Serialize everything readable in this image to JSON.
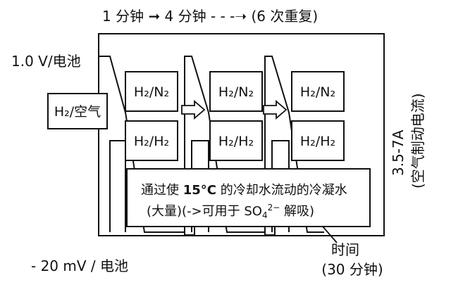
{
  "top_label": "1 分钟 ➞ 4 分钟 - - -➝  (6 次重复)",
  "voltage_high": "1.0 V/电池",
  "voltage_low": "- 20 mV / 电池",
  "inlet_gas": "H₂/空气",
  "cycles": [
    {
      "upper": "H₂/N₂",
      "lower": "H₂/H₂"
    },
    {
      "upper": "H₂/N₂",
      "lower": "H₂/H₂"
    },
    {
      "upper": "H₂/N₂",
      "lower": "H₂/H₂"
    }
  ],
  "note_line1_prefix": "通过使 ",
  "note_line1_bold": "15°C",
  "note_line1_suffix": " 的冷却水流动的冷凝水",
  "note_line2_prefix": "(大量)(->可用于 SO",
  "note_sub": "4",
  "note_sup": "2−",
  "note_line2_suffix": " 解吸)",
  "right_label_line1": "3.5-7A",
  "right_label_line2": "(空气制动电流)",
  "time_label": "时间",
  "time_value": "(30 分钟)"
}
